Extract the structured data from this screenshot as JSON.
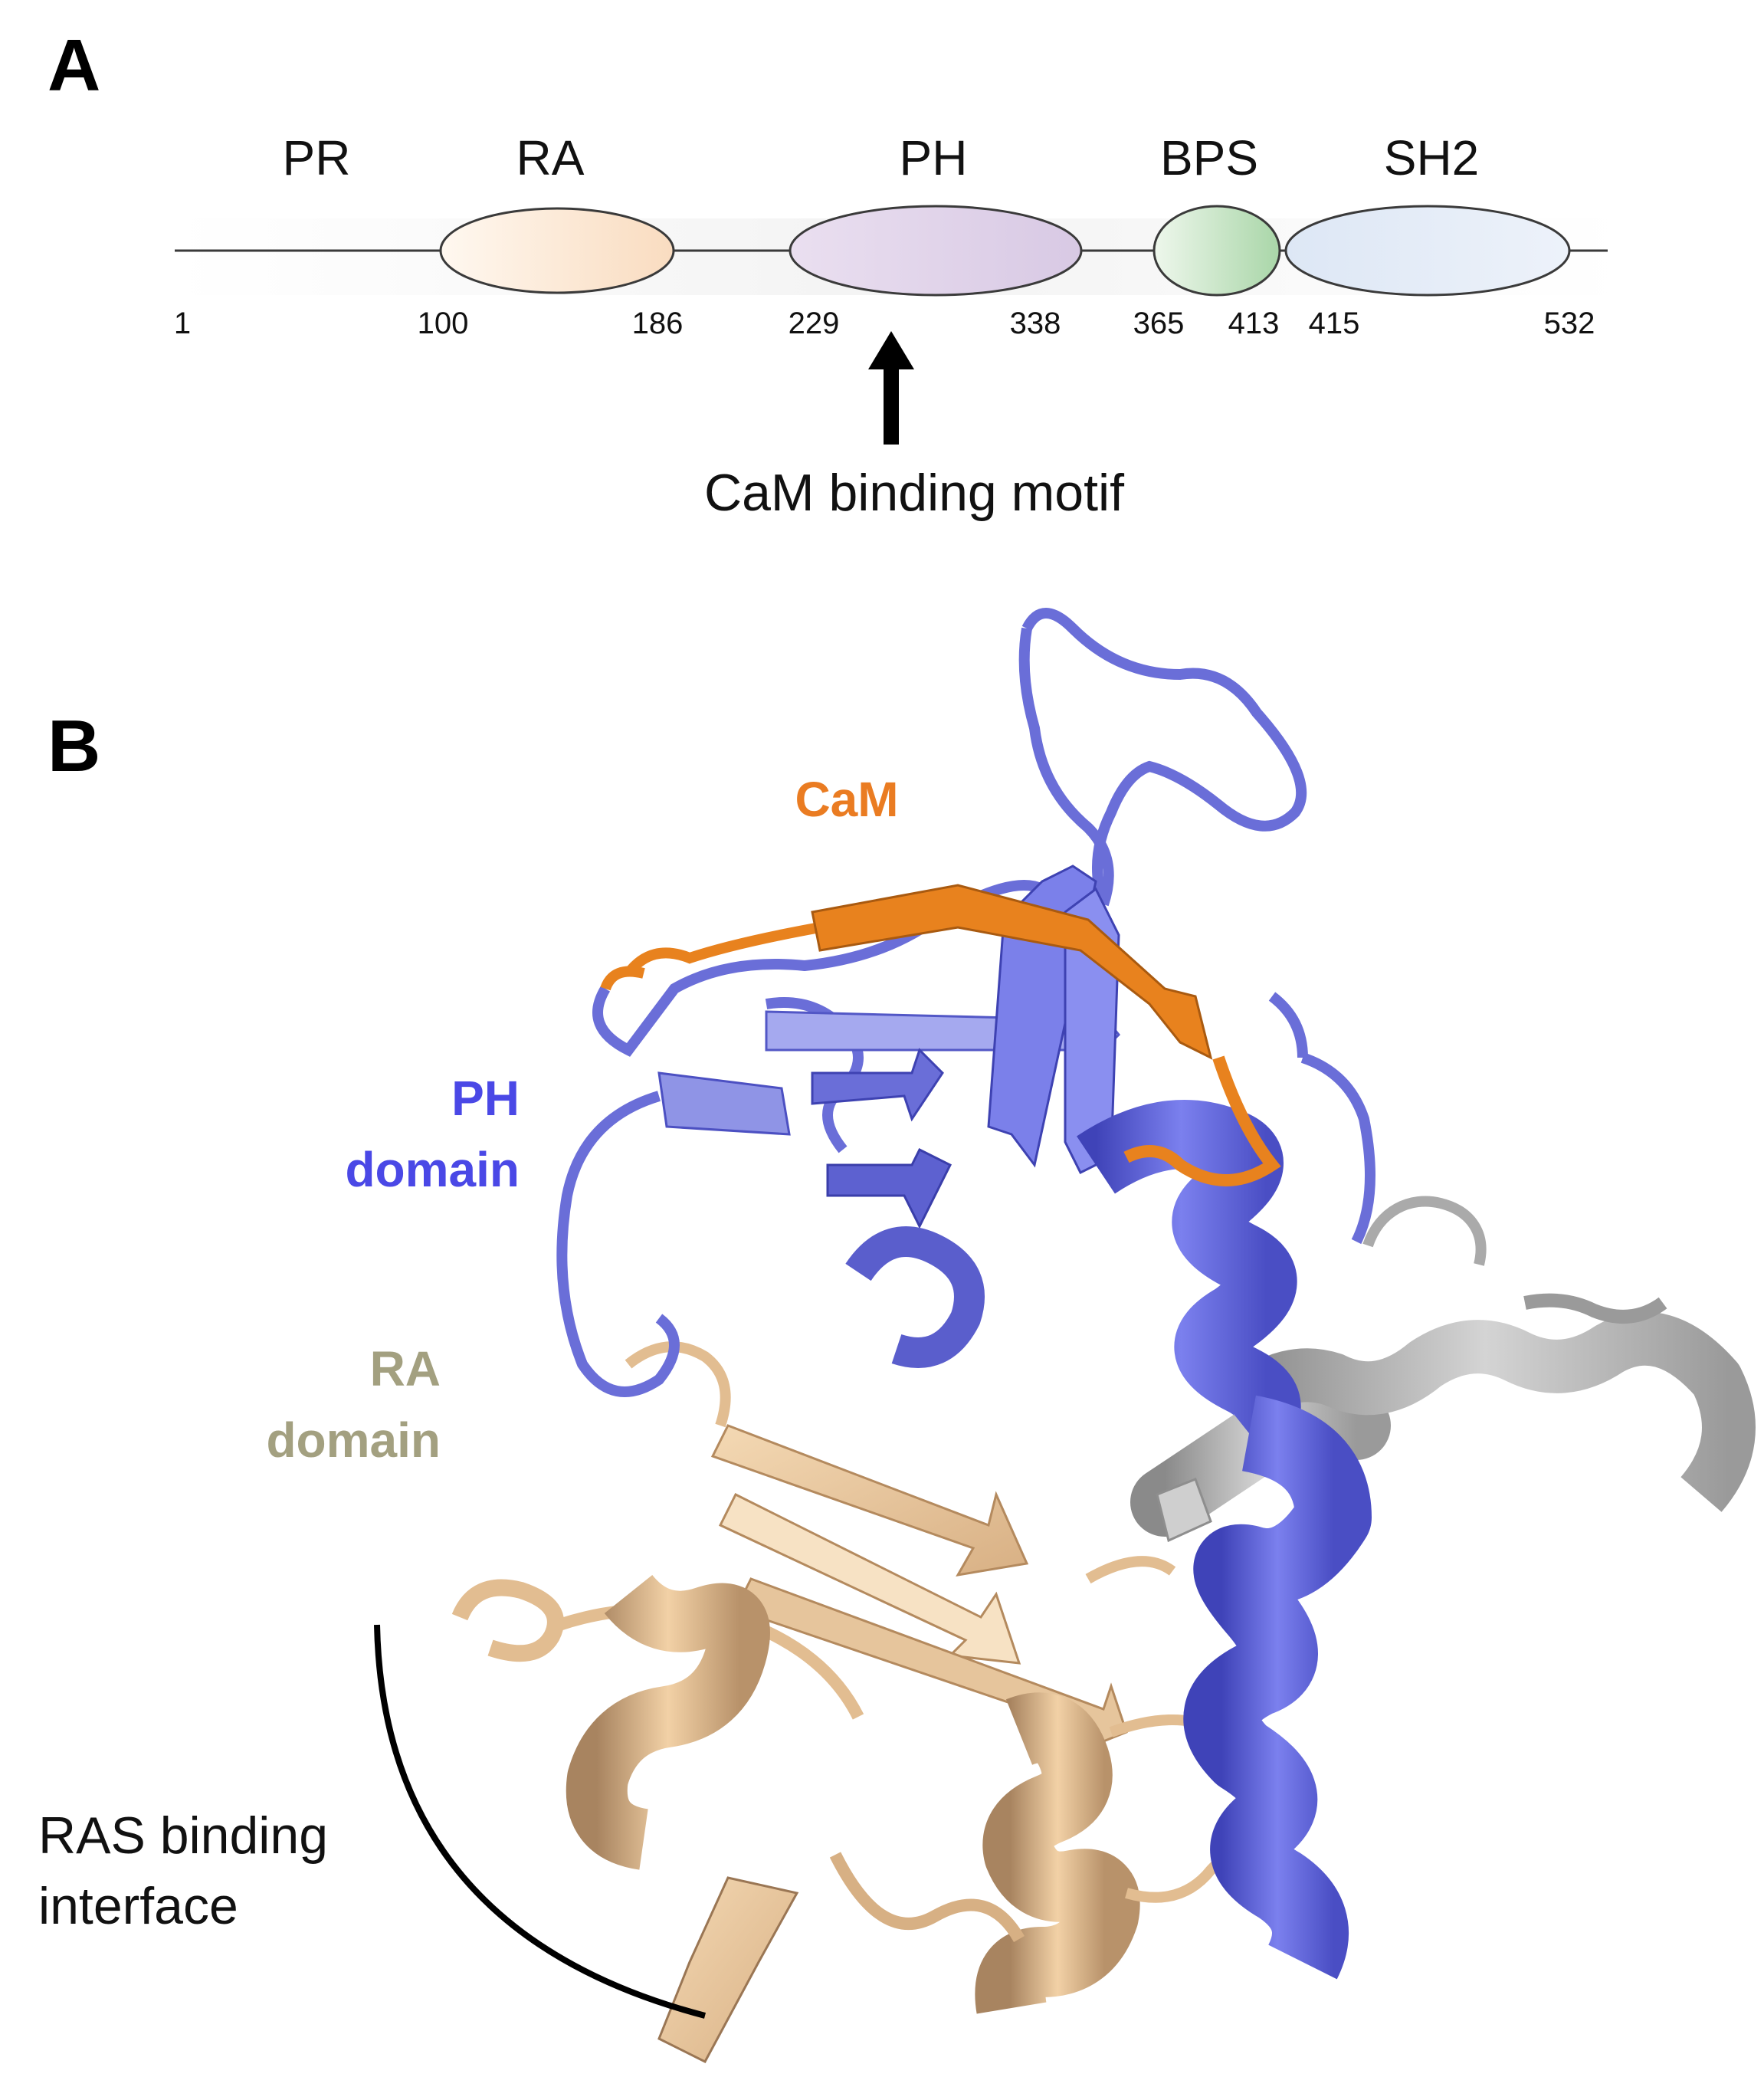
{
  "panel_a": {
    "letter": "A",
    "domain_labels": {
      "pr": "PR",
      "ra": "RA",
      "ph": "PH",
      "bps": "BPS",
      "sh2": "SH2"
    },
    "residues": {
      "start": "1",
      "ra_start": "100",
      "ra_end": "186",
      "ph_start": "229",
      "ph_end": "338",
      "bps_start": "365",
      "bps_end": "413",
      "sh2_start": "415",
      "sh2_end": "532"
    },
    "callout": "CaM binding motif"
  },
  "panel_b": {
    "letter": "B",
    "cam_label": "CaM",
    "ph_label_line1": "PH",
    "ph_label_line2": "domain",
    "ra_label_line1": "RA",
    "ra_label_line2": "domain",
    "interface_line1": "RAS binding",
    "interface_line2": "interface"
  },
  "colors": {
    "ph": "#6a6ed8",
    "ph_light": "#9ea3ec",
    "cam": "#e8821e",
    "ra": "#e7c193",
    "ra_dark": "#c7a074",
    "helix_grey": "#b4b4b4",
    "ra_ellipse": "#fbe8d6",
    "ph_ellipse": "#e2d6ec",
    "bps_ellipse": "#cfe8cc",
    "sh2_ellipse": "#e2eaf6",
    "ph_label": "#4a48e6",
    "ra_label": "#a3a080",
    "cam_label": "#ea7c22"
  }
}
